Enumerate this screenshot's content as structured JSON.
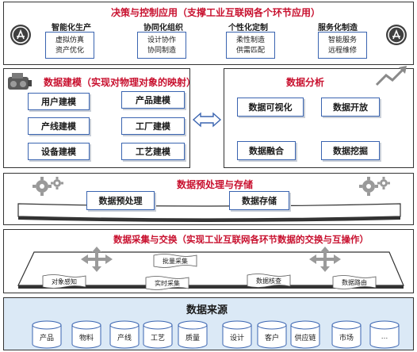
{
  "decision": {
    "title": "决策与控制应用（支撑工业互联网各个环节应用）",
    "groups": [
      {
        "title": "智能化生产",
        "items": [
          "虚拟仿真",
          "资产优化"
        ]
      },
      {
        "title": "协同化组织",
        "items": [
          "设计协作",
          "协同制造"
        ]
      },
      {
        "title": "个性化定制",
        "items": [
          "柔性制造",
          "供需匹配"
        ]
      },
      {
        "title": "服务化制造",
        "items": [
          "智能服务",
          "远程维修"
        ]
      }
    ]
  },
  "modeling": {
    "title": "数据建模（实现对物理对象的映射）",
    "boxes": [
      "用户建模",
      "产品建模",
      "产线建模",
      "工厂建模",
      "设备建模",
      "工艺建模"
    ]
  },
  "analysis": {
    "title": "数据分析",
    "boxes": [
      "数据可视化",
      "数据开放",
      "数据融合",
      "数据挖掘"
    ]
  },
  "preprocess": {
    "title": "数据预处理与存储",
    "boxes": [
      "数据预处理",
      "数据存储"
    ]
  },
  "collection": {
    "title": "数据采集与交换（实现工业互联网各环节数据的交换与互操作）",
    "flags": [
      "对象感知",
      "批量采集",
      "实时采集",
      "数据核查",
      "数据路由"
    ]
  },
  "sources": {
    "title": "数据来源",
    "items": [
      "产品",
      "物料",
      "产线",
      "工艺",
      "质量",
      "设计",
      "客户",
      "供应链",
      "市场",
      "…"
    ]
  },
  "colors": {
    "title_red": "#c8102e",
    "blue": "#3a64b0",
    "source_bg": "#dbe9f6"
  }
}
